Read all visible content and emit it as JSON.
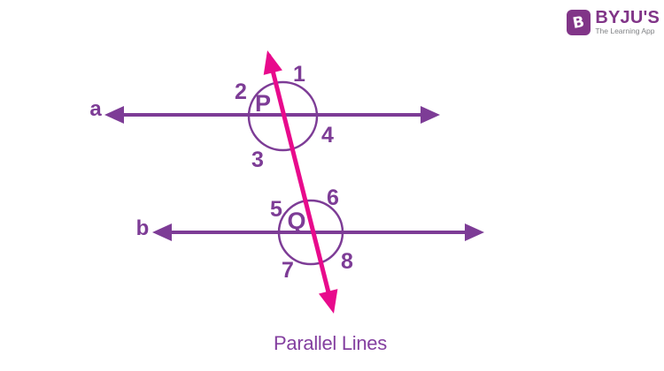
{
  "logo": {
    "icon_letter": "B",
    "brand": "BYJU'S",
    "tagline": "The Learning App"
  },
  "diagram": {
    "caption": "Parallel Lines",
    "line_labels": {
      "a": "a",
      "b": "b"
    },
    "point_labels": {
      "p": "P",
      "q": "Q"
    },
    "angle_labels": {
      "n1": "1",
      "n2": "2",
      "n3": "3",
      "n4": "4",
      "n5": "5",
      "n6": "6",
      "n7": "7",
      "n8": "8"
    },
    "colors": {
      "line_purple": "#7D3C96",
      "transversal_pink": "#E80A8C",
      "caption_purple": "#8440A0",
      "logo_purple": "#813588",
      "tagline_gray": "#808285"
    }
  }
}
